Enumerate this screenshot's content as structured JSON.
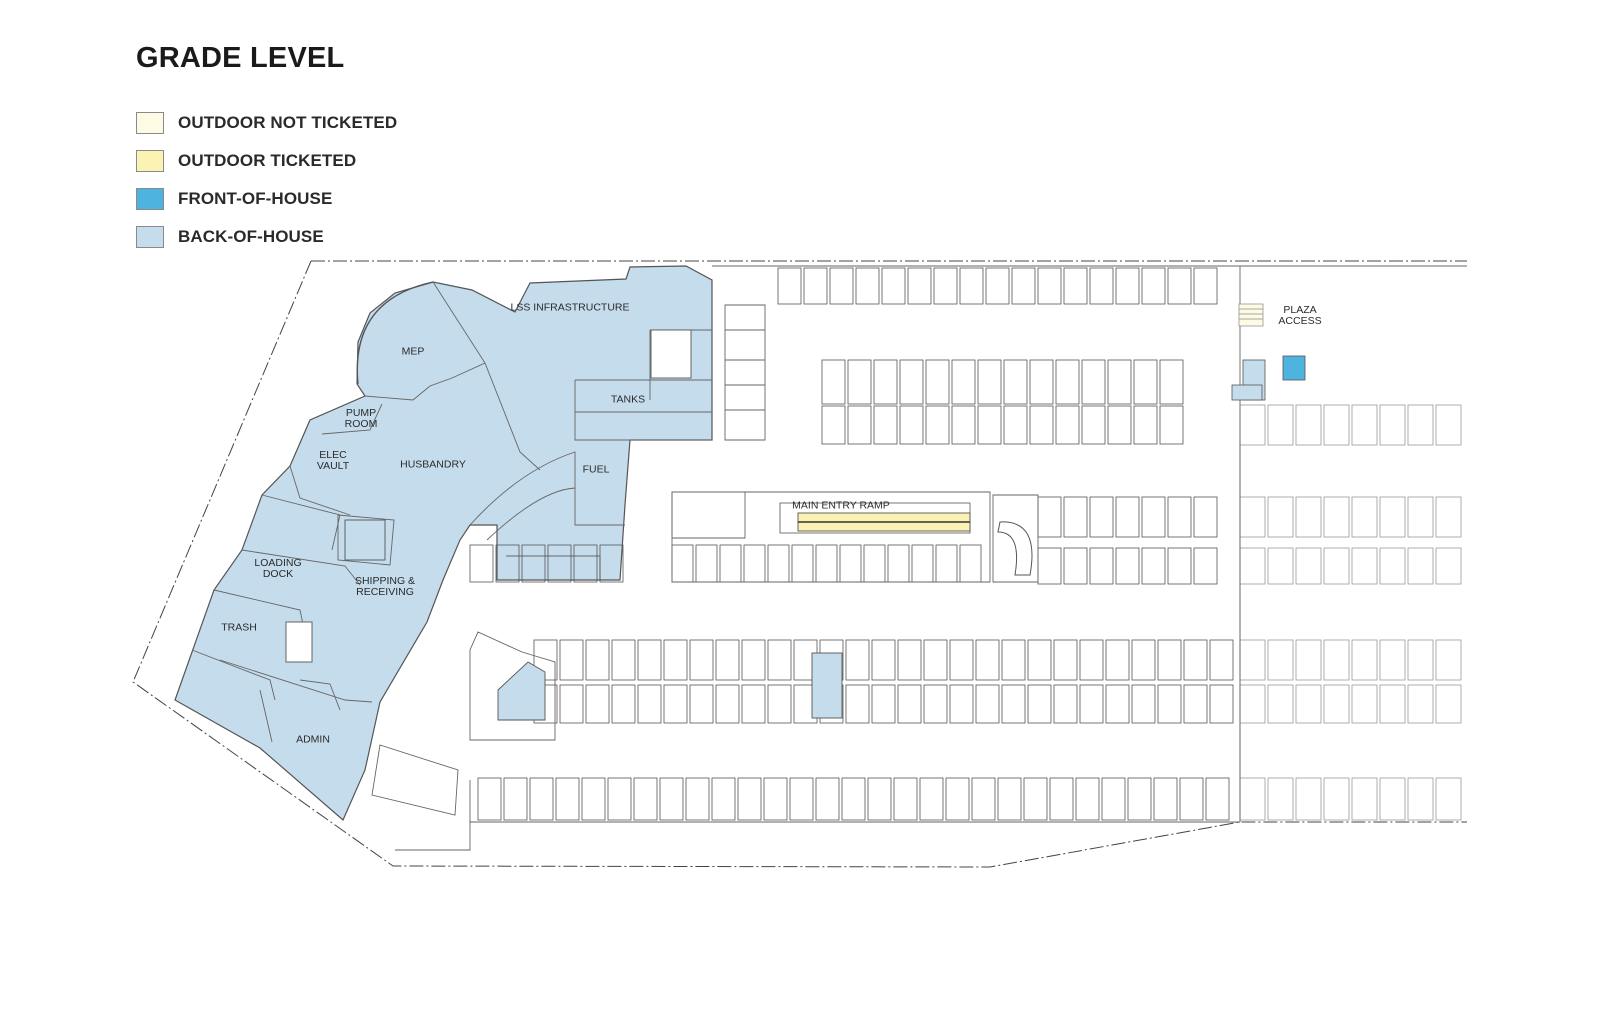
{
  "title": "GRADE LEVEL",
  "legend": [
    {
      "label": "OUTDOOR NOT TICKETED",
      "color": "#fdfbe4"
    },
    {
      "label": "OUTDOOR TICKETED",
      "color": "#faf3b4"
    },
    {
      "label": "FRONT-OF-HOUSE",
      "color": "#4fb3e0"
    },
    {
      "label": "BACK-OF-HOUSE",
      "color": "#c5dcec"
    }
  ],
  "rooms": {
    "lss": "LSS INFRASTRUCTURE",
    "mep": "MEP",
    "tanks": "TANKS",
    "pump": "PUMP\nROOM",
    "elec": "ELEC\nVAULT",
    "husbandry": "HUSBANDRY",
    "fuel": "FUEL",
    "loading": "LOADING\nDOCK",
    "shipping": "SHIPPING &\nRECEIVING",
    "trash": "TRASH",
    "admin": "ADMIN",
    "ramp": "MAIN ENTRY RAMP",
    "plaza": "PLAZA\nACCESS"
  },
  "colors": {
    "line": "#555555",
    "line_light": "#9a9a9a"
  }
}
